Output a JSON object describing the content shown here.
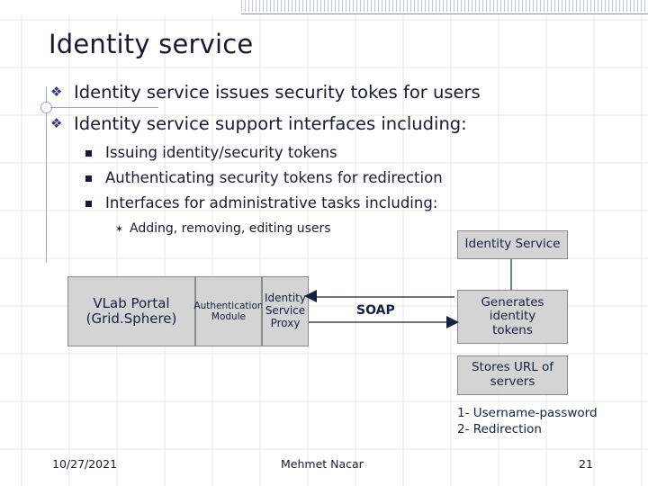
{
  "slide": {
    "title": "Identity service",
    "bullets_level1": [
      "Identity service issues security tokes for users",
      "Identity service support interfaces including:"
    ],
    "bullets_level2": [
      "Issuing identity/security tokens",
      "Authenticating security tokens for redirection",
      "Interfaces for administrative tasks including:"
    ],
    "bullets_level3": [
      "Adding, removing, editing users"
    ],
    "markers": {
      "level1": "❖",
      "level3": "✶"
    }
  },
  "diagram": {
    "boxes": [
      {
        "id": "vlab-portal",
        "line1": "VLab Portal",
        "line2": "(Grid.Sphere)"
      },
      {
        "id": "auth-module",
        "line1": "Authentication",
        "line2": "Module"
      },
      {
        "id": "identity-service-proxy",
        "line1": "Identity",
        "line2": "Service",
        "line3": "Proxy"
      },
      {
        "id": "identity-service",
        "line1": "Identity Service"
      },
      {
        "id": "generates-identity-tokens",
        "line1": "Generates identity",
        "line2": "tokens"
      },
      {
        "id": "stores-url-of-servers",
        "line1": "Stores URL of",
        "line2": "servers"
      }
    ],
    "labels": {
      "soap": "SOAP",
      "note_line1": "1- Username-password",
      "note_line2": "2- Redirection"
    },
    "colors": {
      "box_fill": "#d4d4d4",
      "box_border": "#8a8a8a",
      "text": "#15213f"
    }
  },
  "footer": {
    "date": "10/27/2021",
    "author": "Mehmet Nacar",
    "page_number": "21"
  },
  "theme": {
    "accent_line": "#9aa0cf",
    "title_color": "#1a1a2e",
    "background": "#ffffff"
  }
}
